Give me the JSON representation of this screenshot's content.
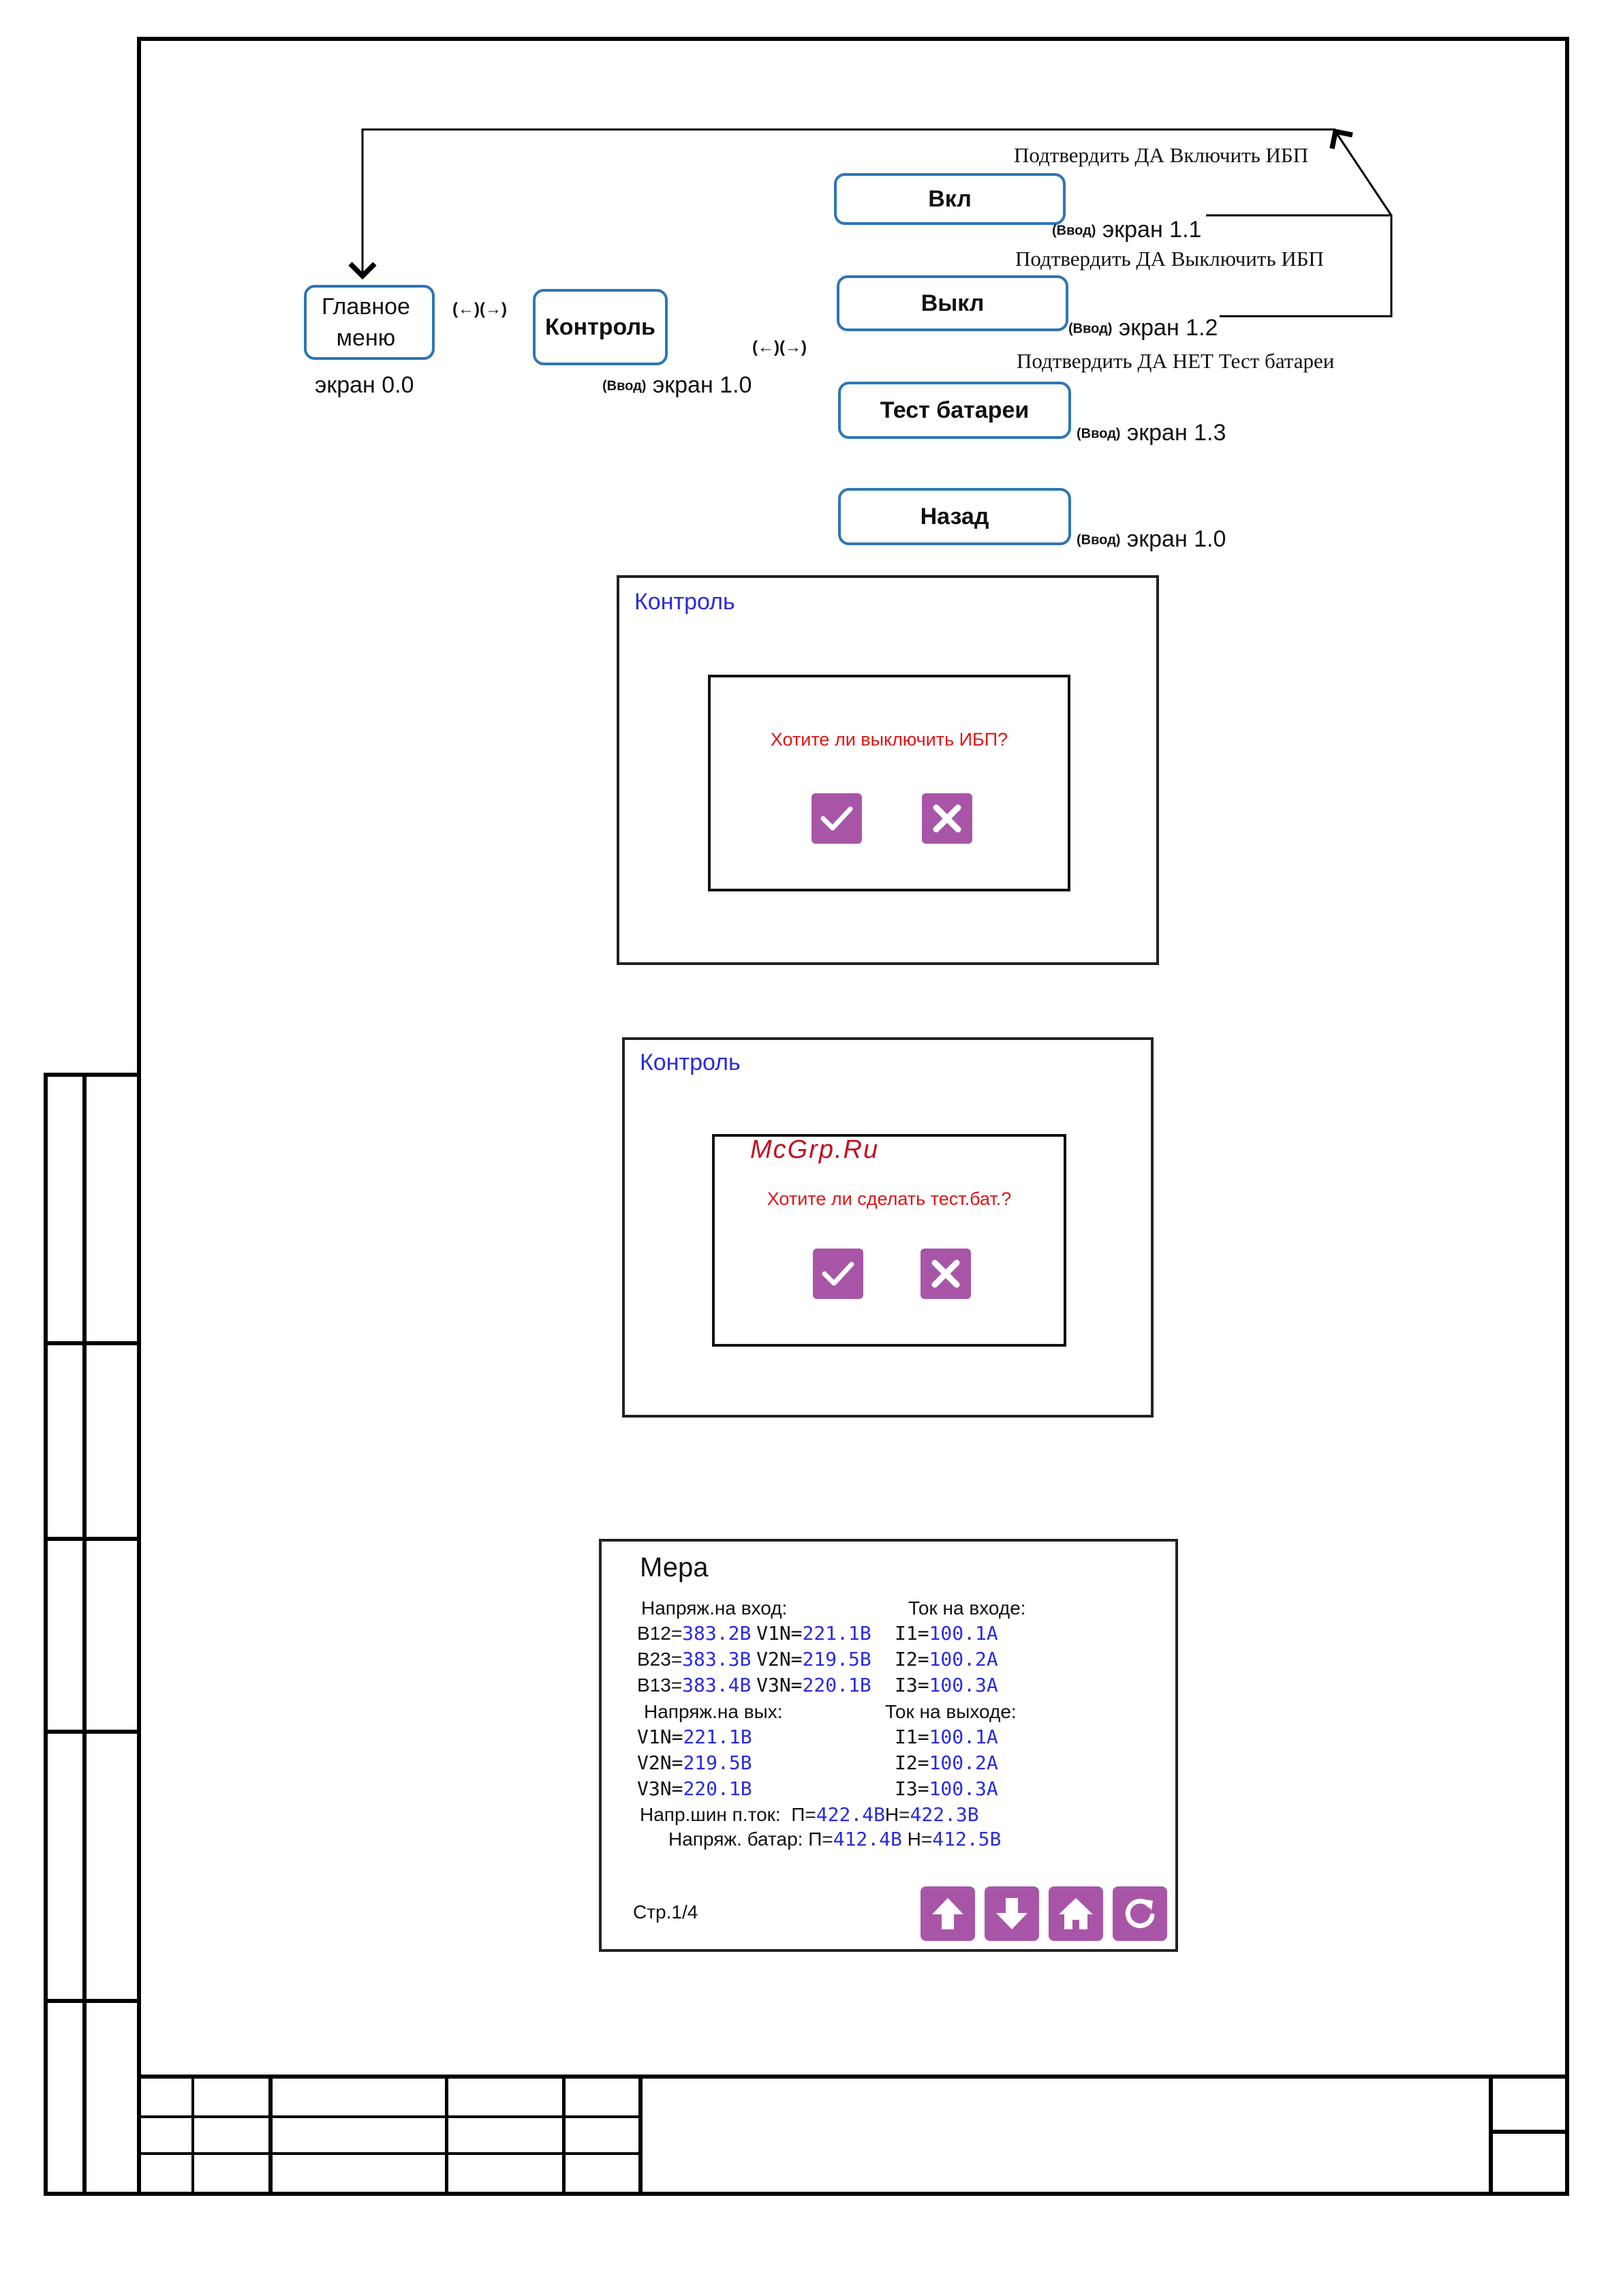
{
  "nav_nodes": {
    "main_menu": "Главное\nменю",
    "main_menu_line1": "Главное",
    "main_menu_line2": "меню",
    "main_menu_screen": "экран 0.0",
    "control": "Контроль",
    "control_enter": "(Ввод)",
    "control_screen": "экран 1.0",
    "arrows_left_right": "(🡐)(🡒)"
  },
  "menu_items": [
    {
      "label": "Вкл",
      "enter": "(Ввод)",
      "screen": "экран 1.1",
      "confirm": "Подтвердить ДА Включить ИБП"
    },
    {
      "label": "Выкл",
      "enter": "(Ввод)",
      "screen": "экран 1.2",
      "confirm": "Подтвердить ДА Выключить ИБП"
    },
    {
      "label": "Тест батареи",
      "enter": "(Ввод)",
      "screen": "экран 1.3",
      "confirm": "Подтвердить ДА НЕТ Тест батареи"
    },
    {
      "label": "Назад",
      "enter": "(Ввод)",
      "screen": "экран 1.0"
    }
  ],
  "dialog_off": {
    "title": "Контроль",
    "question": "Хотите ли выключить ИБП?",
    "confirm_icon": "checkmark-icon",
    "cancel_icon": "x-icon"
  },
  "dialog_test": {
    "title": "Контроль",
    "watermark": "McGrp.Ru",
    "question": "Хотите ли сделать тест.бат.?",
    "confirm_icon": "checkmark-icon",
    "cancel_icon": "x-icon"
  },
  "measure": {
    "title": "Мера",
    "input_voltage_header": "Напряж.на вход:",
    "input_current_header": "Ток на входе:",
    "input_rows": [
      {
        "a_label": "В12=",
        "a_val": "383.2В",
        "b_label": "V1N=",
        "b_val": "221.1В",
        "c_label": "I1=",
        "c_val": "100.1А"
      },
      {
        "a_label": "В23=",
        "a_val": "383.3В",
        "b_label": "V2N=",
        "b_val": "219.5В",
        "c_label": "I2=",
        "c_val": "100.2А"
      },
      {
        "a_label": "В13=",
        "a_val": "383.4В",
        "b_label": "V3N=",
        "b_val": "220.1В",
        "c_label": "I3=",
        "c_val": "100.3А"
      }
    ],
    "output_voltage_header": "Напряж.на вых:",
    "output_current_header": "Ток на выходе:",
    "output_rows": [
      {
        "a_label": "V1N=",
        "a_val": "221.1В",
        "c_label": "I1=",
        "c_val": "100.1А"
      },
      {
        "a_label": "V2N=",
        "a_val": "219.5В",
        "c_label": "I2=",
        "c_val": "100.2А"
      },
      {
        "a_label": "V3N=",
        "a_val": "220.1В",
        "c_label": "I3=",
        "c_val": "100.3А"
      }
    ],
    "dc_bus_label": "Напр.шин п.ток:",
    "dc_bus_p_label": "П=",
    "dc_bus_p_val": "422.4",
    "dc_bus_p_unit": "В",
    "dc_bus_n_label": "Н=",
    "dc_bus_n_val": "422.3В",
    "battery_label": "Напряж. батар:",
    "battery_p_label": "П=",
    "battery_p_val": "412.4В",
    "battery_n_label": "Н=",
    "battery_n_val": "412.5В",
    "page": "Стр.1/4",
    "buttons": [
      "arrow-up-icon",
      "arrow-down-icon",
      "home-icon",
      "refresh-icon"
    ]
  },
  "colors": {
    "node_border": "#2e75b6",
    "screen_title": "#2a2adf",
    "question": "#e21414",
    "button_fill": "#a855a8",
    "value_text": "#2a2adf"
  }
}
